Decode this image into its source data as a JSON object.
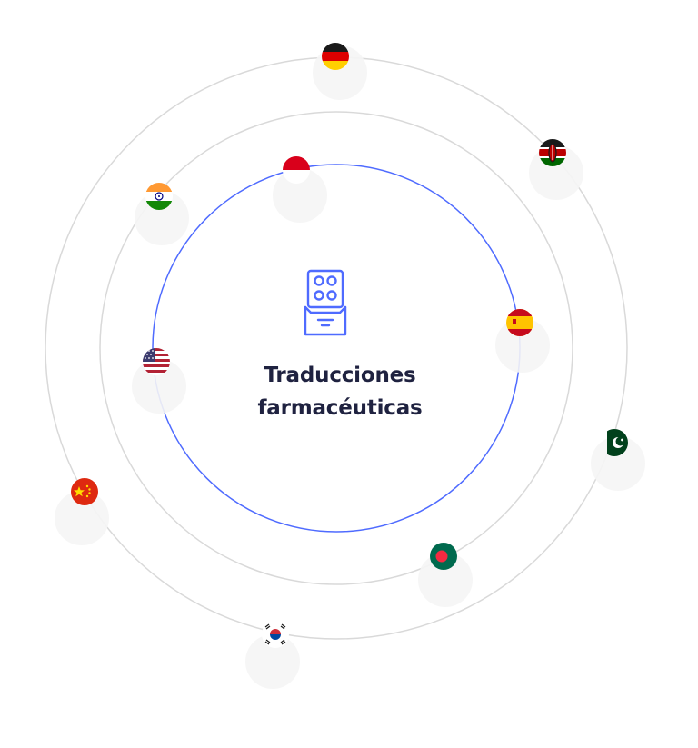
{
  "center": {
    "icon": "pill-blister-pack-icon",
    "title_line1": "Traducciones",
    "title_line2": "farmacéuticas"
  },
  "colors": {
    "accent": "#4f6bff",
    "orbit_gray": "#d9d9d9",
    "title": "#1f2240"
  },
  "flags": [
    {
      "icon": "germany-flag-icon",
      "orbit": "outer"
    },
    {
      "icon": "kenya-flag-icon",
      "orbit": "outer"
    },
    {
      "icon": "pakistan-flag-icon",
      "orbit": "outer"
    },
    {
      "icon": "china-flag-icon",
      "orbit": "outer"
    },
    {
      "icon": "south-korea-flag-icon",
      "orbit": "outer"
    },
    {
      "icon": "india-flag-icon",
      "orbit": "middle"
    },
    {
      "icon": "bangladesh-flag-icon",
      "orbit": "middle"
    },
    {
      "icon": "indonesia-flag-icon",
      "orbit": "inner"
    },
    {
      "icon": "spain-flag-icon",
      "orbit": "inner"
    },
    {
      "icon": "usa-flag-icon",
      "orbit": "inner"
    }
  ]
}
